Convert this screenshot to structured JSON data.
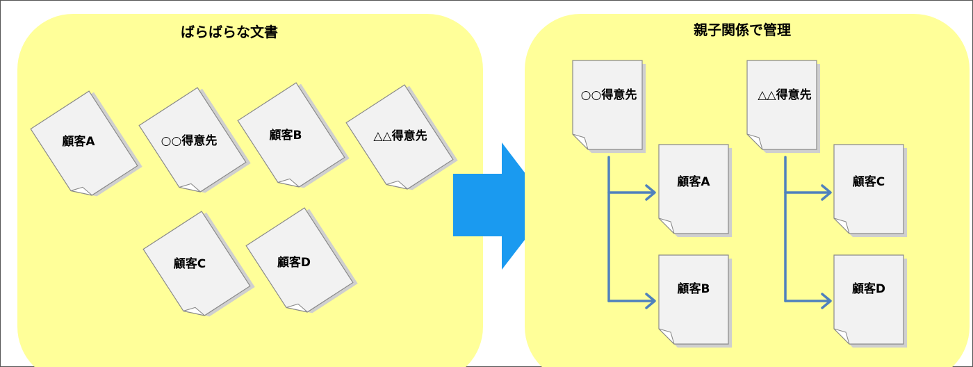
{
  "colors": {
    "panel": "#ffff99",
    "arrow": "#1a9af0",
    "connector": "#4f81bd"
  },
  "left_panel": {
    "title": "ばらばらな文書",
    "documents": [
      {
        "label": "顧客A"
      },
      {
        "label": "○○得意先"
      },
      {
        "label": "顧客B"
      },
      {
        "label": "△△得意先"
      },
      {
        "label": "顧客C"
      },
      {
        "label": "顧客D"
      }
    ]
  },
  "right_panel": {
    "title": "親子関係で管理",
    "groups": [
      {
        "parent": "○○得意先",
        "children": [
          "顧客A",
          "顧客B"
        ]
      },
      {
        "parent": "△△得意先",
        "children": [
          "顧客C",
          "顧客D"
        ]
      }
    ]
  }
}
